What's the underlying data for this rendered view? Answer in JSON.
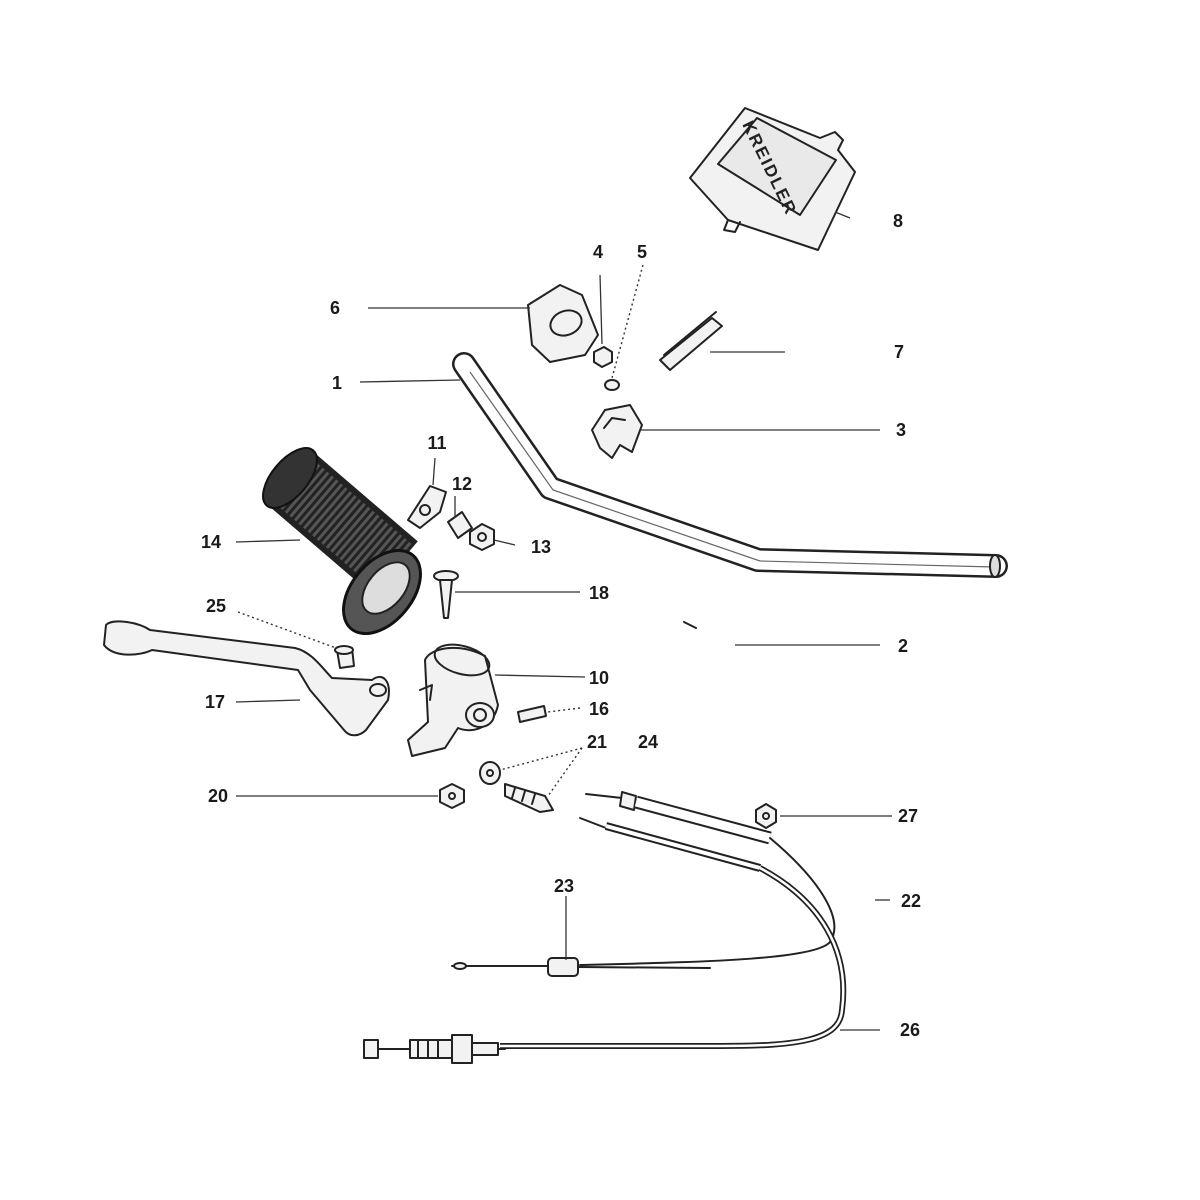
{
  "logo": {
    "text": "KREIDLER"
  },
  "callouts": [
    {
      "id": "1",
      "label": "1"
    },
    {
      "id": "2",
      "label": "2"
    },
    {
      "id": "3",
      "label": "3"
    },
    {
      "id": "4",
      "label": "4"
    },
    {
      "id": "5",
      "label": "5"
    },
    {
      "id": "6",
      "label": "6"
    },
    {
      "id": "7",
      "label": "7"
    },
    {
      "id": "8",
      "label": "8"
    },
    {
      "id": "10",
      "label": "10"
    },
    {
      "id": "11",
      "label": "11"
    },
    {
      "id": "12",
      "label": "12"
    },
    {
      "id": "13",
      "label": "13"
    },
    {
      "id": "14",
      "label": "14"
    },
    {
      "id": "16",
      "label": "16"
    },
    {
      "id": "17",
      "label": "17"
    },
    {
      "id": "18",
      "label": "18"
    },
    {
      "id": "20",
      "label": "20"
    },
    {
      "id": "21",
      "label": "21"
    },
    {
      "id": "22",
      "label": "22"
    },
    {
      "id": "23",
      "label": "23"
    },
    {
      "id": "24",
      "label": "24"
    },
    {
      "id": "25",
      "label": "25"
    },
    {
      "id": "26",
      "label": "26"
    },
    {
      "id": "27",
      "label": "27"
    }
  ]
}
